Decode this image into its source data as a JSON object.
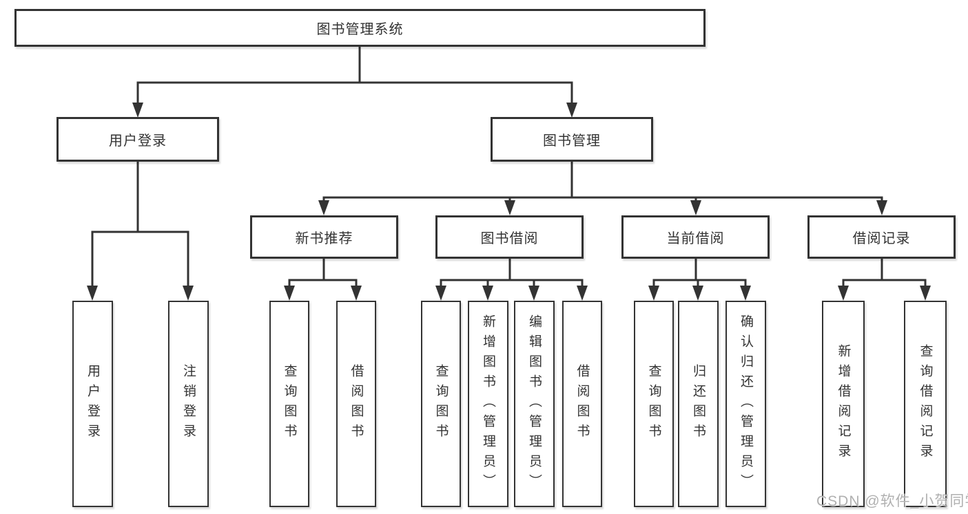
{
  "diagram_type": "hierarchy-tree",
  "tree": {
    "label": "图书管理系统",
    "children": [
      {
        "label": "用户登录",
        "children": [
          {
            "label": "用户登录"
          },
          {
            "label": "注销登录"
          }
        ]
      },
      {
        "label": "图书管理",
        "children": [
          {
            "label": "新书推荐",
            "children": [
              {
                "label": "查询图书"
              },
              {
                "label": "借阅图书"
              }
            ]
          },
          {
            "label": "图书借阅",
            "children": [
              {
                "label": "查询图书"
              },
              {
                "label": "新增图书（管理员）"
              },
              {
                "label": "编辑图书（管理员）"
              },
              {
                "label": "借阅图书"
              }
            ]
          },
          {
            "label": "当前借阅",
            "children": [
              {
                "label": "查询图书"
              },
              {
                "label": "归还图书"
              },
              {
                "label": "确认归还（管理员）"
              }
            ]
          },
          {
            "label": "借阅记录",
            "children": [
              {
                "label": "新增借阅记录"
              },
              {
                "label": "查询借阅记录"
              }
            ]
          }
        ]
      }
    ]
  },
  "watermark": "CSDN @软件_小贺同学",
  "colors": {
    "line": "#333333",
    "text": "#333333",
    "background": "#ffffff",
    "watermark": "#b0b0b0"
  }
}
